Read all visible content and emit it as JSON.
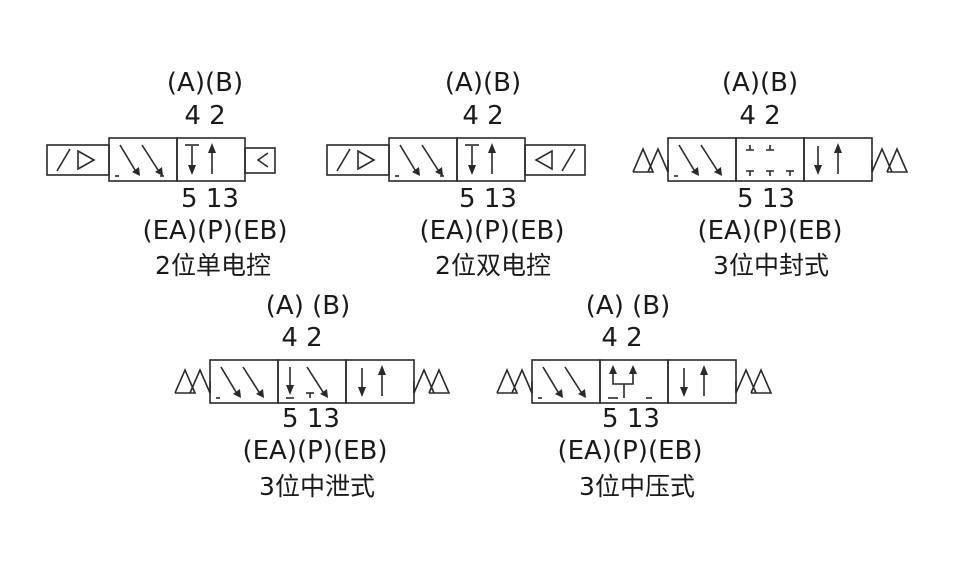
{
  "valves": [
    {
      "port_labels_top": "(A)(B)",
      "port_numbers_top": "4 2",
      "port_numbers_bottom": "5 13",
      "port_labels_bottom": "(EA)(P)(EB)",
      "name": "2位单电控"
    },
    {
      "port_labels_top": "(A)(B)",
      "port_numbers_top": "4 2",
      "port_numbers_bottom": "5 13",
      "port_labels_bottom": "(EA)(P)(EB)",
      "name": "2位双电控"
    },
    {
      "port_labels_top": "(A)(B)",
      "port_numbers_top": "4 2",
      "port_numbers_bottom": "5 13",
      "port_labels_bottom": "(EA)(P)(EB)",
      "name": "3位中封式"
    },
    {
      "port_labels_top": "(A) (B)",
      "port_numbers_top": "4 2",
      "port_numbers_bottom": "5 13",
      "port_labels_bottom": "(EA)(P)(EB)",
      "name": "3位中泄式"
    },
    {
      "port_labels_top": "(A) (B)",
      "port_numbers_top": "4 2",
      "port_numbers_bottom": "5 13",
      "port_labels_bottom": "(EA)(P)(EB)",
      "name": "3位中压式"
    }
  ]
}
